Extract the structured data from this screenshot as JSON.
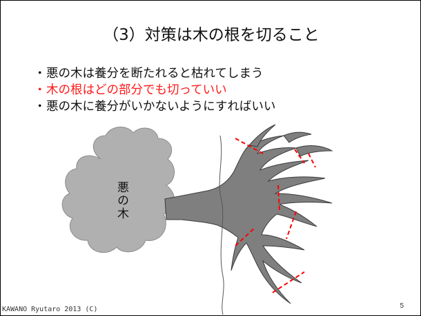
{
  "slide": {
    "title": "（3）対策は木の根を切ること",
    "bullets": [
      {
        "mark": "・",
        "text": "悪の木は養分を断たれると枯れてしまう",
        "color": "#111111"
      },
      {
        "mark": "・",
        "text": "木の根はどの部分でも切っていい",
        "color": "#ff1a1a"
      },
      {
        "mark": "・",
        "text": "悪の木に養分がいかないようにすればいい",
        "color": "#111111"
      }
    ],
    "cloud_label": "悪の木",
    "footer": "KAWANO Ryutaro 2013 (C)",
    "page_number": "5"
  },
  "colors": {
    "cloud_fill": "#b0b0b0",
    "root_fill": "#7f7f7f",
    "cut_marks": "#ff0000"
  }
}
